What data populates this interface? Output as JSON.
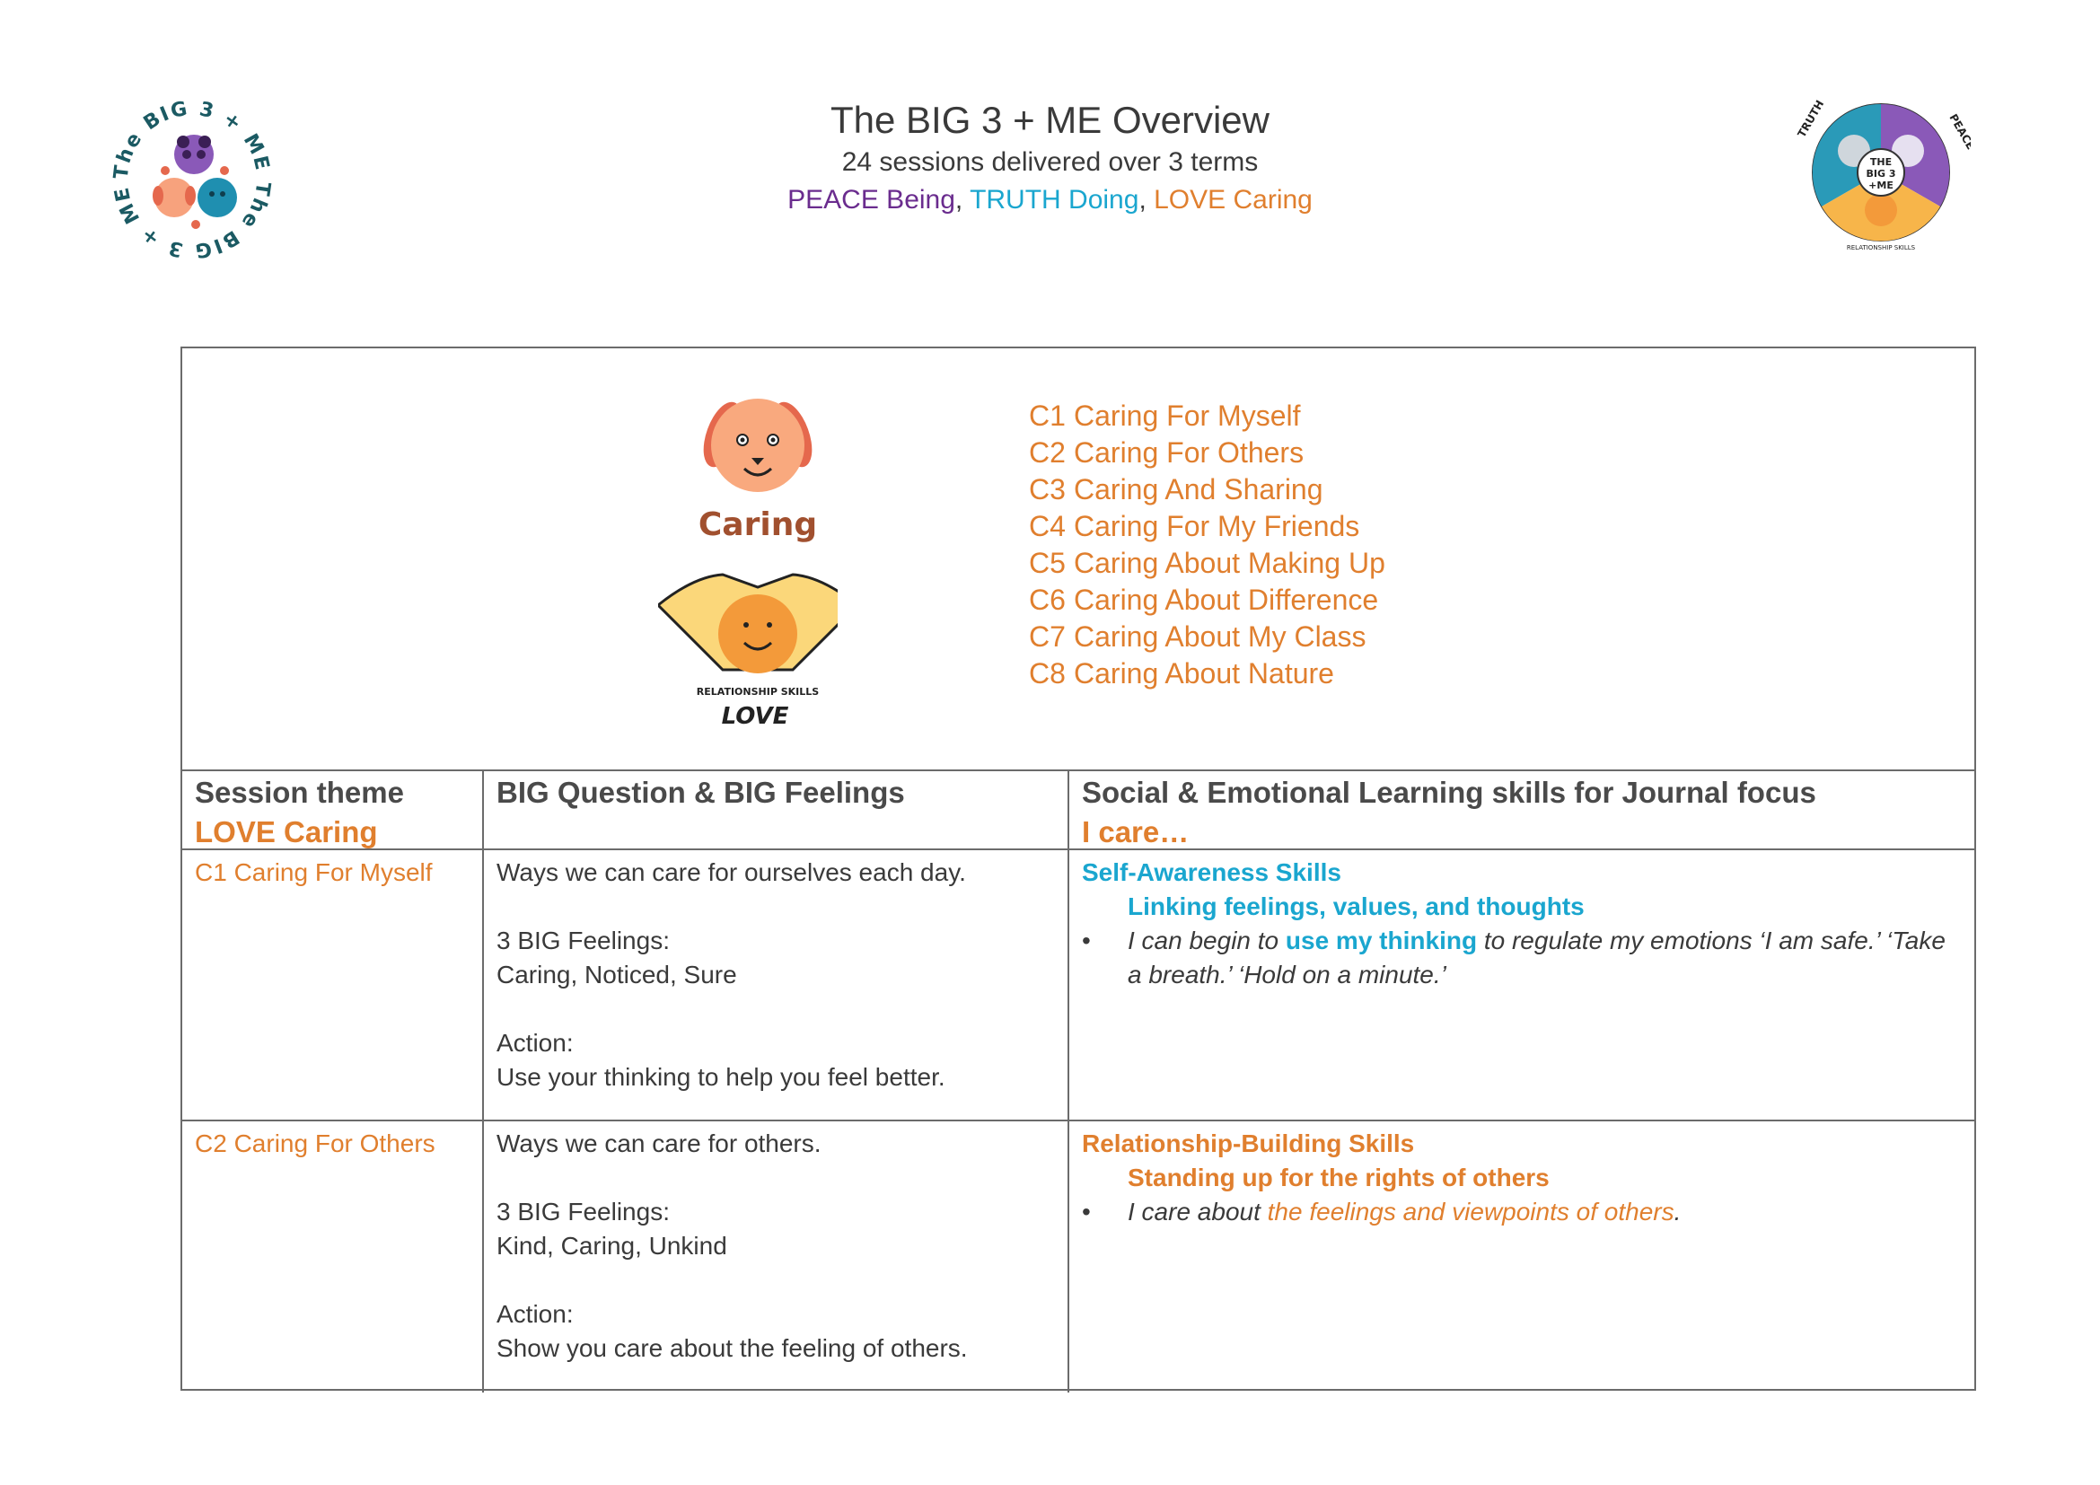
{
  "header": {
    "title": "The BIG 3 + ME Overview",
    "subtitle": "24 sessions delivered over 3 terms",
    "themes": {
      "peace": "PEACE Being",
      "sep1": ", ",
      "truth": "TRUTH Doing",
      "sep2": ", ",
      "love": "LOVE Caring"
    }
  },
  "logos": {
    "left_ring_text": "The BIG 3 + ME The BIG 3 + ME",
    "right_center": [
      "THE",
      "BIG 3",
      "+ME"
    ],
    "right_labels": {
      "truth": "TRUTH",
      "peace": "PEACE",
      "love": "RELATIONSHIP SKILLS"
    }
  },
  "mascots": {
    "caring_label": "Caring",
    "relationship_label": "RELATIONSHIP SKILLS",
    "love_label": "LOVE"
  },
  "sessions": [
    {
      "code": "C1",
      "name": "Caring For Myself"
    },
    {
      "code": "C2",
      "name": "Caring For Others"
    },
    {
      "code": "C3",
      "name": "Caring And Sharing"
    },
    {
      "code": "C4",
      "name": "Caring For My Friends"
    },
    {
      "code": "C5",
      "name": "Caring About Making Up"
    },
    {
      "code": "C6",
      "name": "Caring About Difference"
    },
    {
      "code": "C7",
      "name": "Caring About My Class"
    },
    {
      "code": "C8",
      "name": "Caring About Nature"
    }
  ],
  "table": {
    "headers": {
      "col1_title": "Session theme",
      "col1_sub": "LOVE Caring",
      "col2_title": "BIG Question & BIG Feelings",
      "col3_title": "Social & Emotional Learning skills for Journal focus",
      "col3_sub": "I care…"
    },
    "rows": [
      {
        "session": "C1 Caring For Myself",
        "question": "Ways we can care for ourselves each day.",
        "feelings_label": "3 BIG Feelings:",
        "feelings": "Caring, Noticed, Sure",
        "action_label": "Action:",
        "action": "Use your thinking to help you feel better.",
        "skill_title": "Self-Awareness Skills",
        "skill_sub": "Linking feelings, values, and thoughts",
        "bullet_pre": "I can begin to ",
        "bullet_hl": "use my thinking",
        "bullet_post": " to regulate my emotions ‘I am safe.’  ‘Take a breath.’  ‘Hold on a minute.’"
      },
      {
        "session": "C2 Caring For Others",
        "question": "Ways we can care for others.",
        "feelings_label": "3 BIG Feelings:",
        "feelings": "Kind, Caring, Unkind",
        "action_label": "Action:",
        "action": "Show you care about the feeling of others.",
        "skill_title": "Relationship-Building Skills",
        "skill_sub": "Standing up for the rights of others",
        "bullet_pre": "I care about ",
        "bullet_hl": "the feelings and viewpoints of others",
        "bullet_post": "."
      }
    ]
  },
  "colors": {
    "peace": "#6a2c8e",
    "truth": "#1aa6cf",
    "love": "#e07f2e",
    "text": "#3a3a3a",
    "border": "#6b6b6b"
  }
}
